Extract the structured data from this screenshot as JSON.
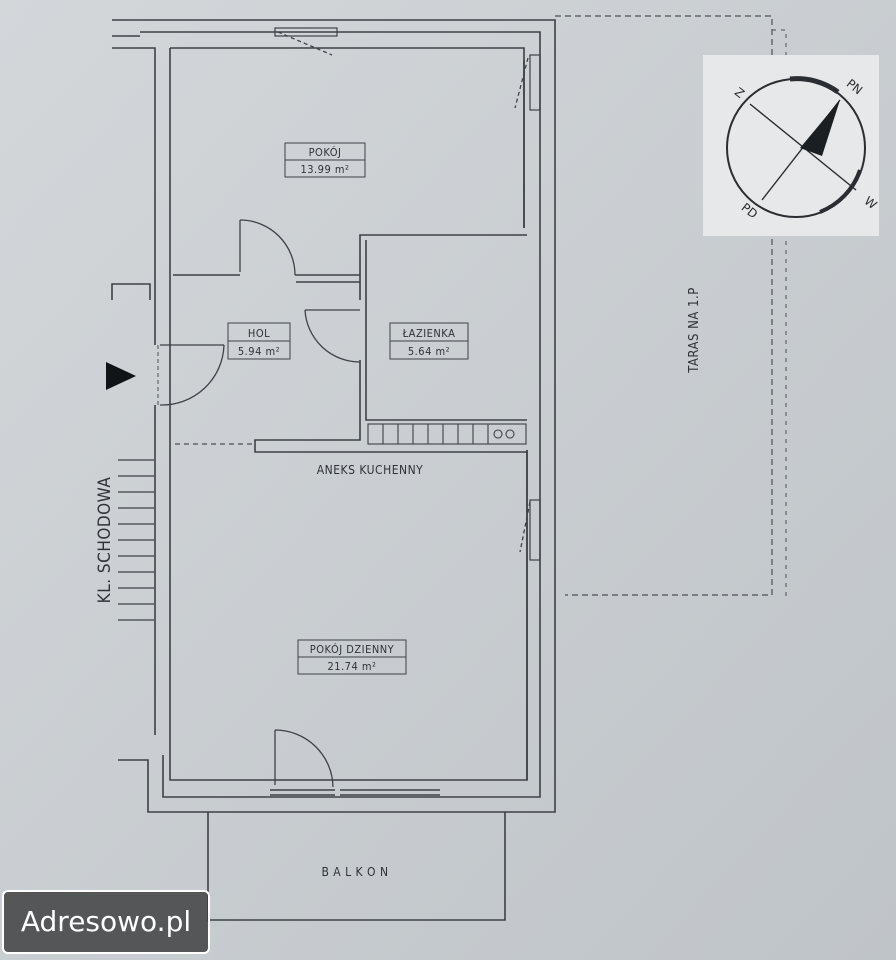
{
  "rooms": {
    "pokoj": {
      "name": "POKÓJ",
      "area": "13.99 m²"
    },
    "hol": {
      "name": "HOL",
      "area": "5.94 m²"
    },
    "lazienka": {
      "name": "ŁAZIENKA",
      "area": "5.64 m²"
    },
    "pokoj_dzienny": {
      "name": "POKÓJ DZIENNY",
      "area": "21.74 m²"
    }
  },
  "labels": {
    "aneks": "ANEKS KUCHENNY",
    "balkon": "B A L K O N",
    "taras": "TARAS NA 1.P",
    "schodowa": "KL. SCHODOWA"
  },
  "compass": {
    "n": "PN",
    "s": "PD",
    "w": "Z",
    "e": "W"
  },
  "watermark": "Adresowo.pl",
  "colors": {
    "background": "#c9ced2",
    "line": "#3e4247",
    "compass_bg": "#e6e8ea"
  }
}
